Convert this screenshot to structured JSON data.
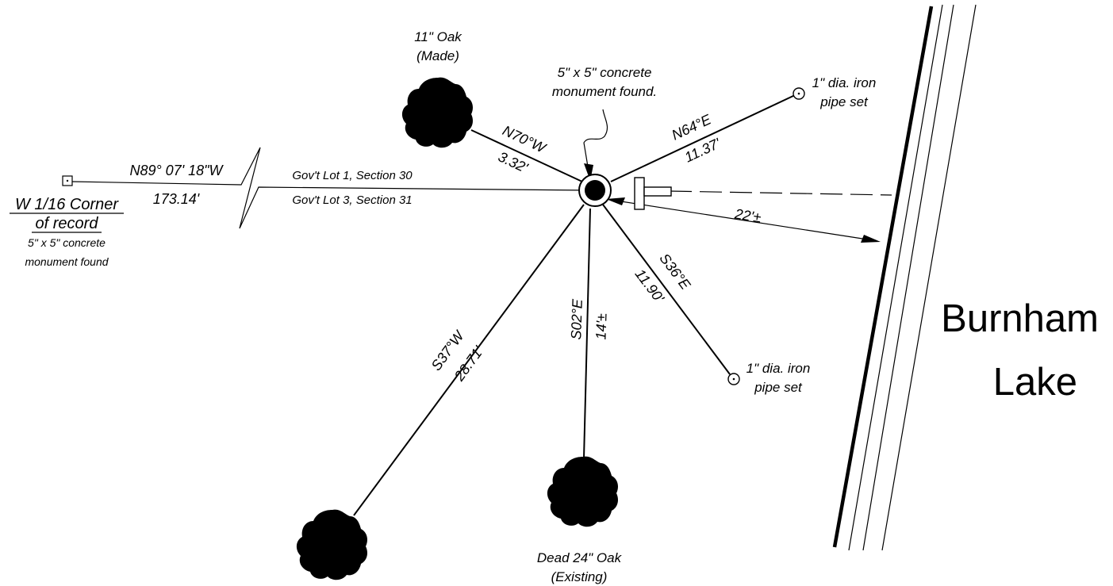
{
  "labels": {
    "oak_11": "11\" Oak",
    "oak_11_status": "(Made)",
    "monument_note_1": "5\" x 5\" concrete",
    "monument_note_2": "monument found.",
    "pipe_ne_1": "1\" dia. iron",
    "pipe_ne_2": "pipe set",
    "pipe_se_1": "1\" dia. iron",
    "pipe_se_2": "pipe set",
    "lake_1": "Burnham",
    "lake_2": "Lake",
    "corner_title_1": "W 1/16 Corner",
    "corner_title_2": "of record",
    "corner_note_1": "5\" x 5\" concrete",
    "corner_note_2": "monument found",
    "gov_lot_1": "Gov't Lot 1, Section 30",
    "gov_lot_3": "Gov't Lot 3, Section 31",
    "dead_oak": "Dead 24\" Oak",
    "dead_oak_status": "(Existing)"
  },
  "bearings": {
    "west_line_bearing": "N89° 07' 18\"W",
    "west_line_distance": "173.14'",
    "to_oak_11_bearing": "N70°W",
    "to_oak_11_distance": "3.32'",
    "to_pipe_ne_bearing": "N64°E",
    "to_pipe_ne_distance": "11.37'",
    "to_shore_distance": "22'±",
    "to_pipe_se_bearing": "S36°E",
    "to_pipe_se_distance": "11.90'",
    "to_dead_oak_bearing": "S02°E",
    "to_dead_oak_distance": "14'±",
    "to_sw_tree_bearing": "S37°W",
    "to_sw_tree_distance": "28.71'"
  }
}
